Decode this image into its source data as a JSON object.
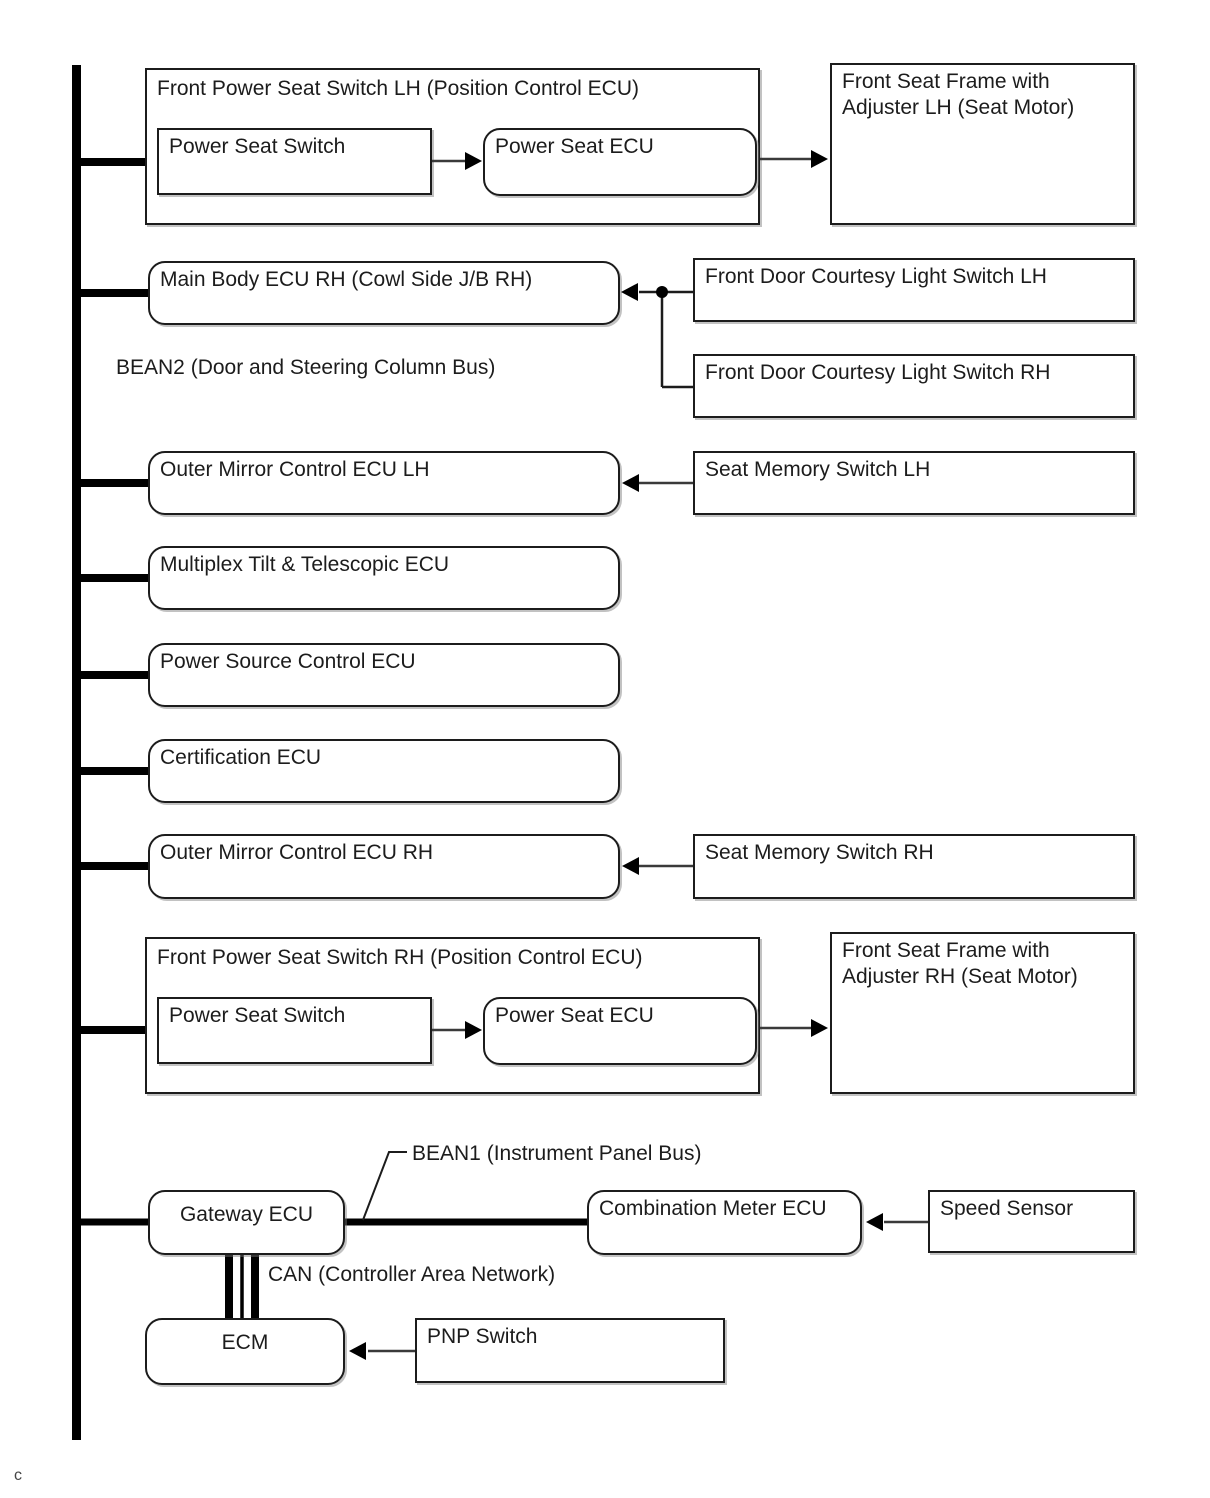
{
  "diagram": {
    "title_hint": "Vehicle multiplex communication system wiring diagram",
    "colors": {
      "line": "#000000",
      "box_border": "#1c1c1c",
      "background": "#ffffff",
      "arrow_shaft": "#3a3a3a"
    },
    "bus_labels": {
      "bean2": "BEAN2 (Door and Steering Column Bus)",
      "bean1": "BEAN1 (Instrument Panel Bus)",
      "can": "CAN (Controller Area Network)"
    },
    "footer_note": "c",
    "nodes": {
      "front_power_seat_switch_lh": {
        "label": "Front Power Seat Switch LH (Position Control ECU)"
      },
      "power_seat_switch_lh": {
        "label": "Power Seat Switch"
      },
      "power_seat_ecu_lh": {
        "label": "Power Seat ECU"
      },
      "front_seat_frame_lh": {
        "label": "Front Seat Frame with Adjuster LH (Seat Motor)"
      },
      "main_body_ecu_rh": {
        "label": "Main Body ECU RH (Cowl Side J/B RH)"
      },
      "front_door_courtesy_light_switch_lh": {
        "label": "Front Door Courtesy Light Switch LH"
      },
      "front_door_courtesy_light_switch_rh": {
        "label": "Front Door Courtesy Light Switch RH"
      },
      "outer_mirror_control_ecu_lh": {
        "label": "Outer Mirror Control ECU LH"
      },
      "seat_memory_switch_lh": {
        "label": "Seat Memory Switch LH"
      },
      "multiplex_tilt_telescopic_ecu": {
        "label": "Multiplex Tilt & Telescopic ECU"
      },
      "power_source_control_ecu": {
        "label": "Power Source Control ECU"
      },
      "certification_ecu": {
        "label": "Certification ECU"
      },
      "outer_mirror_control_ecu_rh": {
        "label": "Outer Mirror Control ECU RH"
      },
      "seat_memory_switch_rh": {
        "label": "Seat Memory Switch RH"
      },
      "front_power_seat_switch_rh": {
        "label": "Front Power Seat Switch RH (Position Control ECU)"
      },
      "power_seat_switch_rh": {
        "label": "Power Seat Switch"
      },
      "power_seat_ecu_rh": {
        "label": "Power Seat ECU"
      },
      "front_seat_frame_rh": {
        "label": "Front Seat Frame with Adjuster RH (Seat Motor)"
      },
      "gateway_ecu": {
        "label": "Gateway ECU"
      },
      "combination_meter_ecu": {
        "label": "Combination Meter ECU"
      },
      "speed_sensor": {
        "label": "Speed Sensor"
      },
      "ecm": {
        "label": "ECM"
      },
      "pnp_switch": {
        "label": "PNP Switch"
      }
    }
  }
}
